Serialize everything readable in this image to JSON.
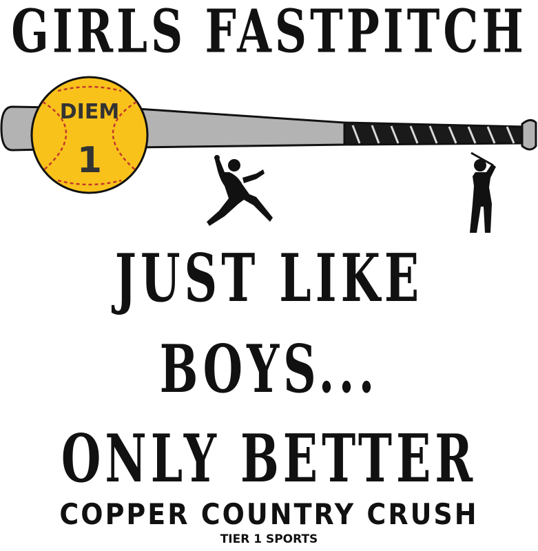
{
  "header": {
    "title": "GIRLS FASTPITCH"
  },
  "softball": {
    "name": "DIEM",
    "number": "1"
  },
  "slogan": {
    "line1": "JUST LIKE",
    "line2": "BOYS...",
    "line3": "ONLY BETTER"
  },
  "footer": {
    "team": "COPPER COUNTRY CRUSH",
    "sponsor": "TIER 1 SPORTS"
  },
  "colors": {
    "ink": "#111111",
    "bat_barrel": "#b3b3b3",
    "bat_grip": "#1a1a1a",
    "ball": "#f9c21b",
    "ball_stitch": "#c0392b"
  },
  "icons": {
    "bat": "baseball-bat-icon",
    "ball": "softball-icon",
    "pitcher": "pitcher-silhouette-icon",
    "batter": "batter-silhouette-icon"
  }
}
